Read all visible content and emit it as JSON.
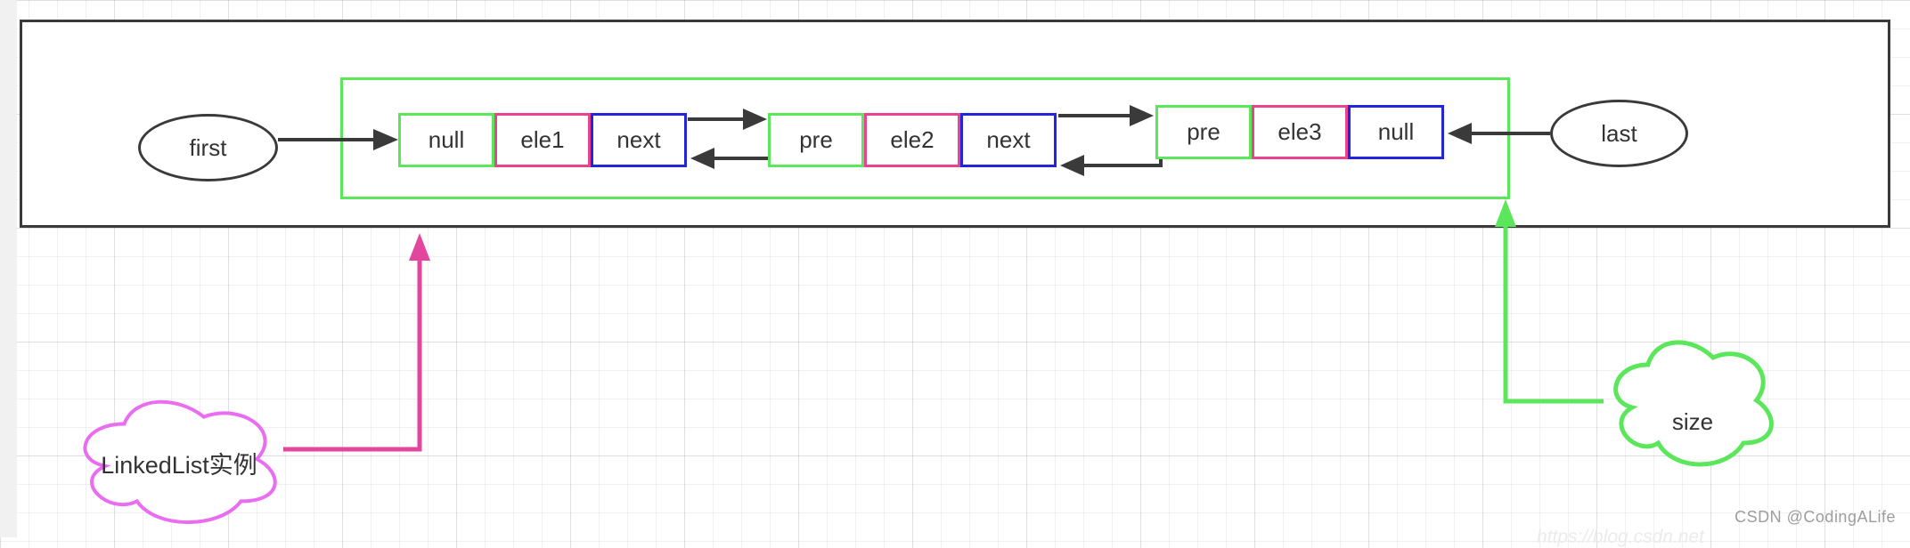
{
  "canvas": {
    "pointers": {
      "first_label": "first",
      "last_label": "last"
    },
    "nodes": [
      {
        "cells": [
          {
            "label": "null",
            "border": "green"
          },
          {
            "label": "ele1",
            "border": "pink"
          },
          {
            "label": "next",
            "border": "blue"
          }
        ]
      },
      {
        "cells": [
          {
            "label": "pre",
            "border": "green"
          },
          {
            "label": "ele2",
            "border": "pink"
          },
          {
            "label": "next",
            "border": "blue"
          }
        ]
      },
      {
        "cells": [
          {
            "label": "pre",
            "border": "green"
          },
          {
            "label": "ele3",
            "border": "pink"
          },
          {
            "label": "null",
            "border": "blue"
          }
        ]
      }
    ],
    "annotations": {
      "instance_label": "LinkedList实例",
      "size_label": "size"
    },
    "watermark": "CSDN @CodingALife",
    "watermark_faint": "https://blog.csdn.net"
  },
  "colors": {
    "green": "#5ce65c",
    "pink": "#e7438f",
    "blue": "#2424dd",
    "black": "#3a3a3a",
    "magenta-arrow": "#e2479d",
    "cloud-pink": "#ea6cf0"
  }
}
